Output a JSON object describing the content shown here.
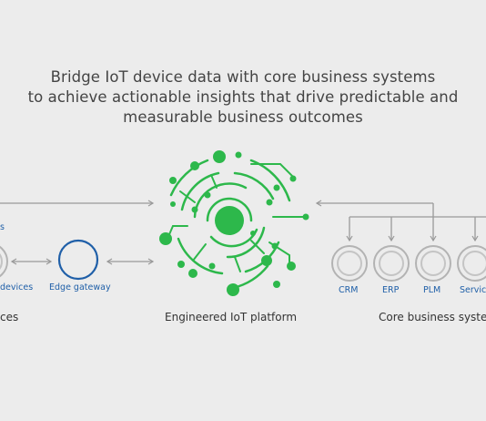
{
  "headline": {
    "line1": "Bridge IoT device data with core business systems",
    "line2": "to achieve actionable insights that drive predictable and",
    "line3": "measurable business outcomes"
  },
  "left": {
    "partial_top_label": "s",
    "devices_label": "devices",
    "section_label": "ces"
  },
  "gateway": {
    "label": "Edge gateway"
  },
  "platform": {
    "label": "Engineered IoT platform"
  },
  "business": {
    "section_label": "Core business syste",
    "systems": [
      "CRM",
      "ERP",
      "PLM",
      "Servic"
    ]
  },
  "colors": {
    "background": "#ececec",
    "platform_green": "#2db84b",
    "gateway_blue": "#1f5fa8",
    "arrow_gray": "#999999",
    "ring_gray": "#b3b3b3"
  }
}
